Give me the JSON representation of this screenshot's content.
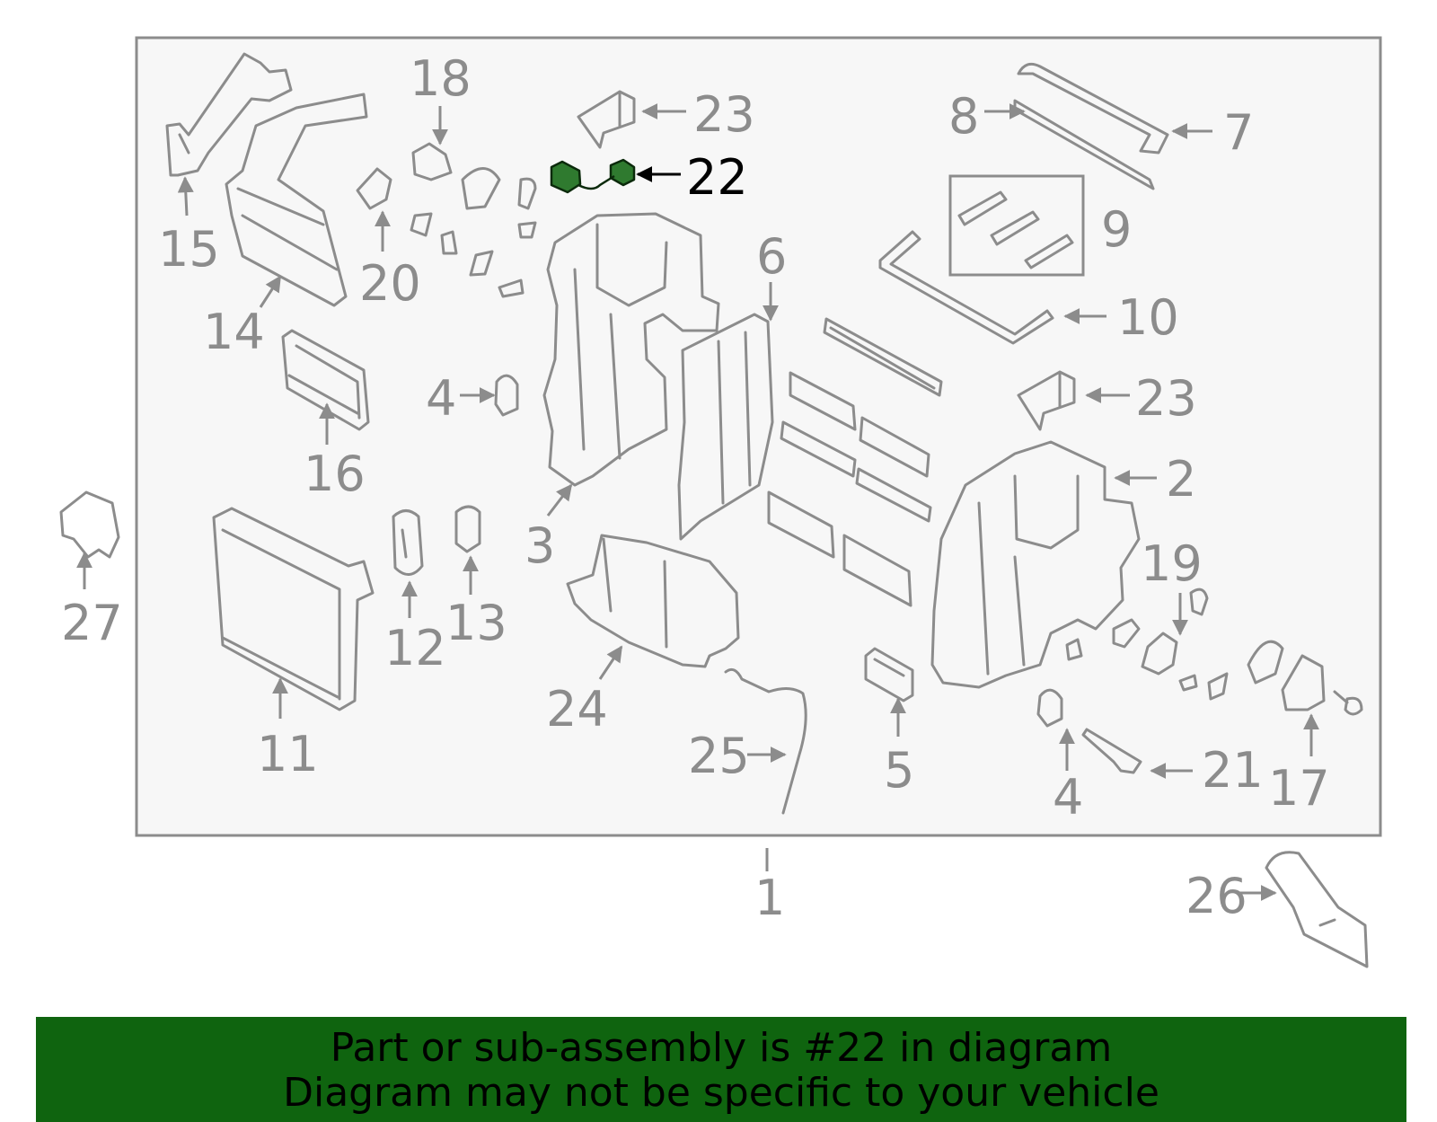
{
  "diagram": {
    "highlighted_part": "22",
    "callouts": {
      "c1": "1",
      "c2": "2",
      "c3": "3",
      "c4a": "4",
      "c4b": "4",
      "c5": "5",
      "c6": "6",
      "c7": "7",
      "c8": "8",
      "c9": "9",
      "c10": "10",
      "c11": "11",
      "c12": "12",
      "c13": "13",
      "c14": "14",
      "c15": "15",
      "c16": "16",
      "c17": "17",
      "c18": "18",
      "c19": "19",
      "c20": "20",
      "c21": "21",
      "c22": "22",
      "c23a": "23",
      "c23b": "23",
      "c24": "24",
      "c25": "25",
      "c26": "26",
      "c27": "27"
    },
    "colors": {
      "highlight": "#2f7a2f",
      "line": "#8c8c8c",
      "banner": "#0f640f"
    }
  },
  "banner": {
    "line1": "Part or sub-assembly is #22 in diagram",
    "line2": "Diagram may not be specific to your vehicle"
  }
}
